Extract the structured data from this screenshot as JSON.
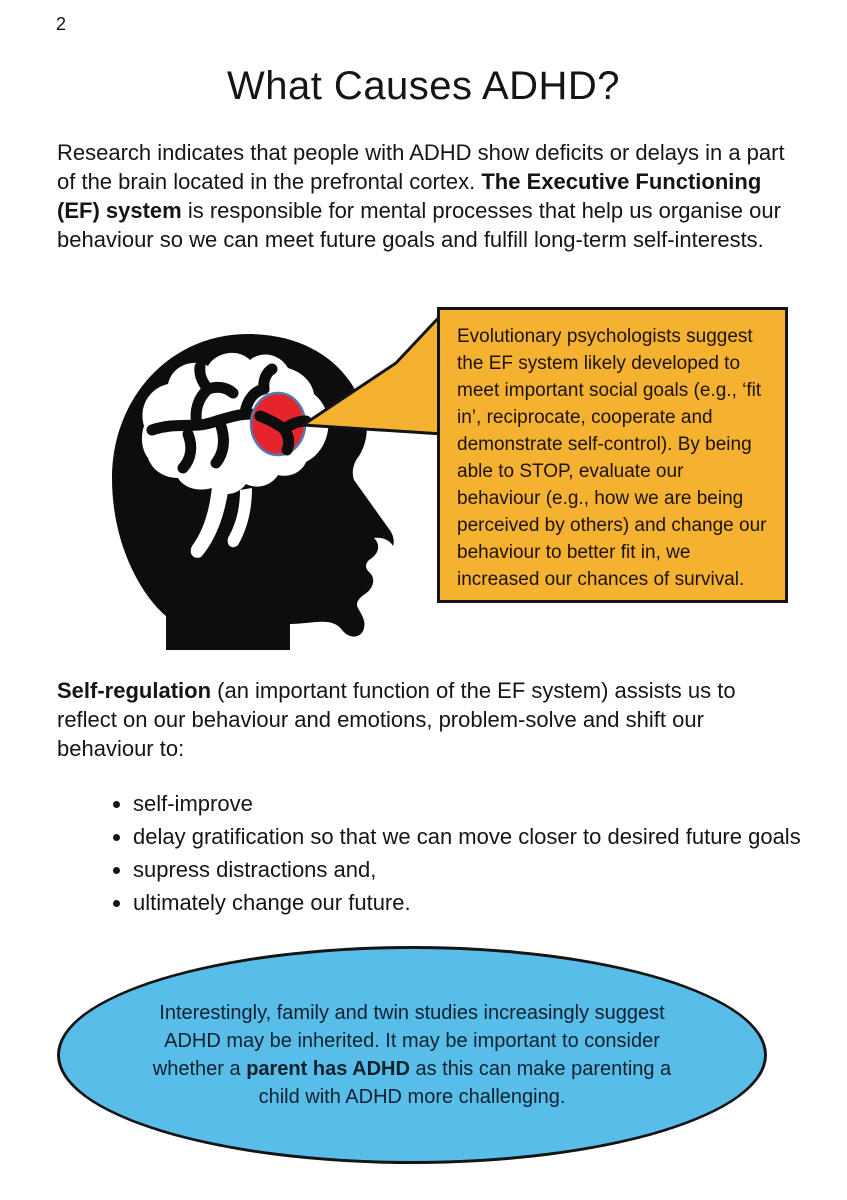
{
  "page": {
    "number": "2",
    "title": "What Causes ADHD?"
  },
  "intro": {
    "before": "Research indicates that people with ADHD show deficits or delays in a part of the brain located in the prefrontal cortex. ",
    "bold": "The Executive Functioning (EF) system",
    "after": " is responsible for mental processes that help us organise our behaviour so we can meet future goals and fulfill long-term self-interests."
  },
  "illustration": {
    "name": "head-profile-with-brain-and-highlighted-prefrontal-cortex",
    "highlight_color": "#E5242B"
  },
  "callout": {
    "text": "Evolutionary psychologists suggest the EF system likely developed to meet important social goals (e.g., ‘fit in’, reciprocate, cooperate and demonstrate self-control). By being able to STOP, evaluate our behaviour (e.g., how we are being perceived by others) and change our behaviour to better fit in, we increased our chances of survival.",
    "bg_color": "#F5B231",
    "border_color": "#141414"
  },
  "self_regulation": {
    "bold": "Self-regulation",
    "after": " (an important function of the EF system) assists us to reflect on our behaviour and emotions, problem-solve and shift our behaviour to:"
  },
  "bullets": [
    "self-improve",
    "delay gratification so that we can move closer to desired future goals",
    "supress distractions and,",
    "ultimately change our future."
  ],
  "genetics": {
    "before": "Interestingly, family and twin studies increasingly suggest ADHD may be inherited. It may be important to consider whether a ",
    "bold": "parent has ADHD",
    "after": " as this can make parenting a child with ADHD more challenging.",
    "bg_color": "#58BDE8"
  }
}
